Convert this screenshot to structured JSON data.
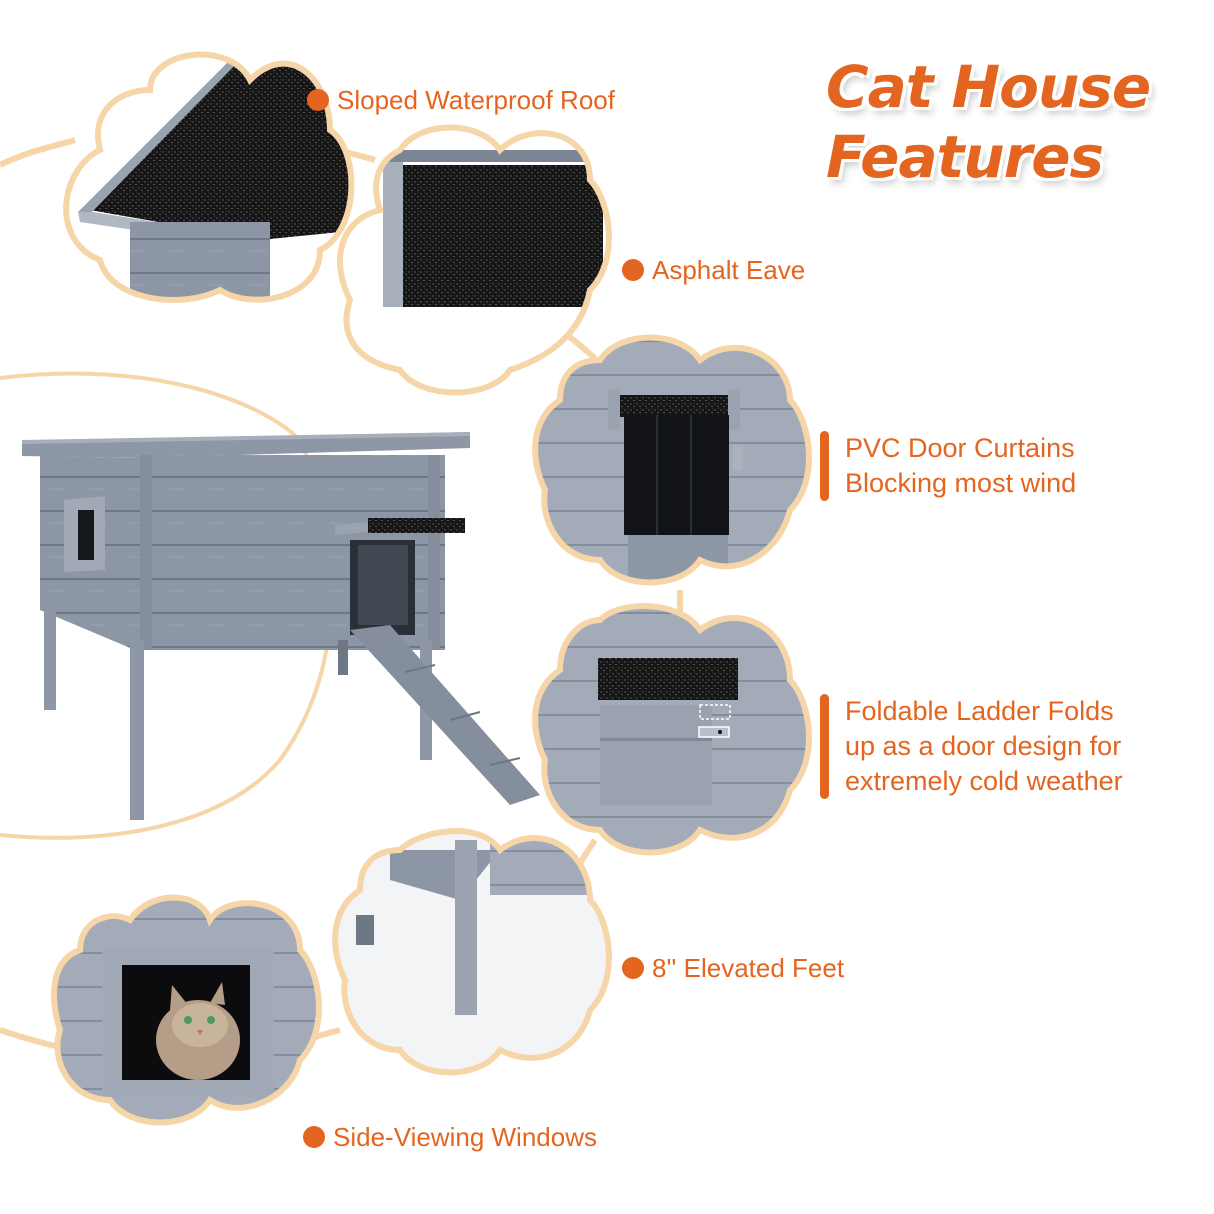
{
  "title": {
    "line1": "Cat House",
    "line2": "Features"
  },
  "colors": {
    "accent": "#e4651f",
    "paw_outline": "#f6d5a8",
    "wood_gray": "#8c95a3",
    "asphalt": "#141414"
  },
  "features": [
    {
      "id": "roof",
      "icon": "bullet-dot",
      "lines": [
        "Sloped Waterproof Roof"
      ]
    },
    {
      "id": "eave",
      "icon": "bullet-dot",
      "lines": [
        "Asphalt Eave"
      ]
    },
    {
      "id": "curtains",
      "icon": "accent-bar",
      "lines": [
        "PVC Door Curtains",
        "Blocking most wind"
      ]
    },
    {
      "id": "ladder",
      "icon": "accent-bar",
      "lines": [
        "Foldable Ladder Folds",
        "up as a door design for",
        "extremely cold weather"
      ]
    },
    {
      "id": "feet",
      "icon": "bullet-dot",
      "lines": [
        "8'' Elevated Feet"
      ]
    },
    {
      "id": "windows",
      "icon": "bullet-dot",
      "lines": [
        "Side-Viewing Windows"
      ]
    }
  ],
  "images": {
    "main": "gray wooden cat house with ramp",
    "roof_detail": "sloped asphalt roof corner",
    "eave_detail": "asphalt eave closeup",
    "door_detail": "PVC door curtains",
    "ladder_detail": "ladder folded as door",
    "feet_detail": "elevated leg",
    "window_detail": "cat looking through side window"
  }
}
